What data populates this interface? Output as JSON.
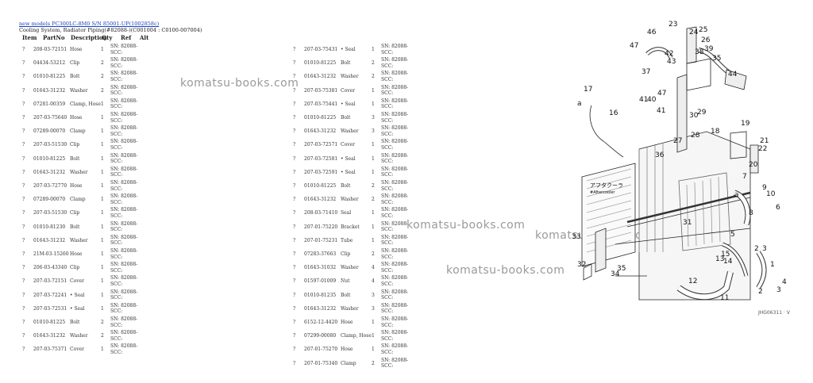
{
  "header": {
    "link": "new models PC300LC-8M0 S/N 85001-UP(1002858c)",
    "subtitle": "Cooling System, Radiator Piping(#82088-)(C001004 : C0100-007004)"
  },
  "columns": [
    "Item",
    "PartNo",
    "Description",
    "Qty",
    "Ref",
    "Alt"
  ],
  "left_rows": [
    {
      "item": "?",
      "part": "208-03-72151",
      "desc": "Hose",
      "qty": "1",
      "sn": "SN: 82088-SCC:"
    },
    {
      "item": "?",
      "part": "04434-53212",
      "desc": "Clip",
      "qty": "2",
      "sn": "SN: 82088-SCC:"
    },
    {
      "item": "?",
      "part": "01010-81225",
      "desc": "Bolt",
      "qty": "2",
      "sn": "SN: 82088-SCC:"
    },
    {
      "item": "?",
      "part": "01643-31232",
      "desc": "Washer",
      "qty": "2",
      "sn": "SN: 82088-SCC:"
    },
    {
      "item": "?",
      "part": "07281-00359",
      "desc": "Clamp, Hose",
      "qty": "1",
      "sn": "SN: 82088-SCC:"
    },
    {
      "item": "?",
      "part": "207-03-75640",
      "desc": "Hose",
      "qty": "1",
      "sn": "SN: 82088-SCC:"
    },
    {
      "item": "?",
      "part": "07289-00070",
      "desc": "Clamp",
      "qty": "1",
      "sn": "SN: 82088-SCC:"
    },
    {
      "item": "?",
      "part": "207-03-51530",
      "desc": "Clip",
      "qty": "1",
      "sn": "SN: 82088-SCC:"
    },
    {
      "item": "?",
      "part": "01010-81225",
      "desc": "Bolt",
      "qty": "1",
      "sn": "SN: 82088-SCC:"
    },
    {
      "item": "?",
      "part": "01643-31232",
      "desc": "Washer",
      "qty": "1",
      "sn": "SN: 82088-SCC:"
    },
    {
      "item": "?",
      "part": "207-03-72770",
      "desc": "Hose",
      "qty": "1",
      "sn": "SN: 82088-SCC:"
    },
    {
      "item": "?",
      "part": "07289-00070",
      "desc": "Clamp",
      "qty": "1",
      "sn": "SN: 82088-SCC:"
    },
    {
      "item": "?",
      "part": "207-03-51530",
      "desc": "Clip",
      "qty": "1",
      "sn": "SN: 82088-SCC:"
    },
    {
      "item": "?",
      "part": "01010-81230",
      "desc": "Bolt",
      "qty": "1",
      "sn": "SN: 82088-SCC:"
    },
    {
      "item": "?",
      "part": "01643-31232",
      "desc": "Washer",
      "qty": "1",
      "sn": "SN: 82088-SCC:"
    },
    {
      "item": "?",
      "part": "21M-03-15260",
      "desc": "Hose",
      "qty": "1",
      "sn": "SN: 82088-SCC:"
    },
    {
      "item": "?",
      "part": "206-03-43340",
      "desc": "Clip",
      "qty": "1",
      "sn": "SN: 82088-SCC:"
    },
    {
      "item": "?",
      "part": "207-03-72151",
      "desc": "Cover",
      "qty": "1",
      "sn": "SN: 82088-SCC:"
    },
    {
      "item": "?",
      "part": "207-03-72241",
      "desc": "• Seal",
      "qty": "1",
      "sn": "SN: 82088-SCC:"
    },
    {
      "item": "?",
      "part": "207-03-72531",
      "desc": "• Seal",
      "qty": "1",
      "sn": "SN: 82088-SCC:"
    },
    {
      "item": "?",
      "part": "01010-81225",
      "desc": "Bolt",
      "qty": "2",
      "sn": "SN: 82088-SCC:"
    },
    {
      "item": "?",
      "part": "01643-31232",
      "desc": "Washer",
      "qty": "2",
      "sn": "SN: 82088-SCC:"
    },
    {
      "item": "?",
      "part": "207-03-75371",
      "desc": "Cover",
      "qty": "1",
      "sn": "SN: 82088-SCC:"
    }
  ],
  "right_rows": [
    {
      "item": "?",
      "part": "207-03-75431",
      "desc": "• Seal",
      "qty": "1",
      "sn": "SN: 82088-SCC:"
    },
    {
      "item": "?",
      "part": "01010-81225",
      "desc": "Bolt",
      "qty": "2",
      "sn": "SN: 82088-SCC:"
    },
    {
      "item": "?",
      "part": "01643-31232",
      "desc": "Washer",
      "qty": "2",
      "sn": "SN: 82088-SCC:"
    },
    {
      "item": "?",
      "part": "207-03-75381",
      "desc": "Cover",
      "qty": "1",
      "sn": "SN: 82088-SCC:"
    },
    {
      "item": "?",
      "part": "207-03-75441",
      "desc": "• Seal",
      "qty": "1",
      "sn": "SN: 82088-SCC:"
    },
    {
      "item": "?",
      "part": "01010-81225",
      "desc": "Bolt",
      "qty": "3",
      "sn": "SN: 82088-SCC:"
    },
    {
      "item": "?",
      "part": "01643-31232",
      "desc": "Washer",
      "qty": "3",
      "sn": "SN: 82088-SCC:"
    },
    {
      "item": "?",
      "part": "207-03-72571",
      "desc": "Cover",
      "qty": "1",
      "sn": "SN: 82088-SCC:"
    },
    {
      "item": "?",
      "part": "207-03-72581",
      "desc": "• Seal",
      "qty": "1",
      "sn": "SN: 82088-SCC:"
    },
    {
      "item": "?",
      "part": "207-03-72591",
      "desc": "• Seal",
      "qty": "1",
      "sn": "SN: 82088-SCC:"
    },
    {
      "item": "?",
      "part": "01010-81225",
      "desc": "Bolt",
      "qty": "2",
      "sn": "SN: 82088-SCC:"
    },
    {
      "item": "?",
      "part": "01643-31232",
      "desc": "Washer",
      "qty": "2",
      "sn": "SN: 82088-SCC:"
    },
    {
      "item": "?",
      "part": "208-03-71410",
      "desc": "Seal",
      "qty": "1",
      "sn": "SN: 82088-SCC:"
    },
    {
      "item": "?",
      "part": "207-01-75220",
      "desc": "Bracket",
      "qty": "1",
      "sn": "SN: 82088-SCC:"
    },
    {
      "item": "?",
      "part": "207-01-75231",
      "desc": "Tube",
      "qty": "1",
      "sn": "SN: 82088-SCC:"
    },
    {
      "item": "?",
      "part": "07283-37663",
      "desc": "Clip",
      "qty": "2",
      "sn": "SN: 82088-SCC:"
    },
    {
      "item": "?",
      "part": "01643-31032",
      "desc": "Washer",
      "qty": "4",
      "sn": "SN: 82088-SCC:"
    },
    {
      "item": "?",
      "part": "01597-01009",
      "desc": "Nut",
      "qty": "4",
      "sn": "SN: 82088-SCC:"
    },
    {
      "item": "?",
      "part": "01010-81235",
      "desc": "Bolt",
      "qty": "3",
      "sn": "SN: 82088-SCC:"
    },
    {
      "item": "?",
      "part": "01643-31232",
      "desc": "Washer",
      "qty": "3",
      "sn": "SN: 82088-SCC:"
    },
    {
      "item": "?",
      "part": "6152-12-4420",
      "desc": "Hose",
      "qty": "1",
      "sn": "SN: 82088-SCC:"
    },
    {
      "item": "?",
      "part": "07299-00080",
      "desc": "Clamp, Hose",
      "qty": "1",
      "sn": "SN: 82088-SCC:"
    },
    {
      "item": "?",
      "part": "207-01-75270",
      "desc": "Hose",
      "qty": "1",
      "sn": "SN: 82088-SCC:"
    },
    {
      "item": "?",
      "part": "207-01-75340",
      "desc": "Clamp",
      "qty": "2",
      "sn": "SN: 82088-SCC:"
    }
  ],
  "watermark": "komatsu-books.com",
  "diagram": {
    "code": "JHG06311 · V",
    "katakana": "アフタクーラ",
    "katakana_en": "#Aftercooler",
    "callouts": [
      {
        "t": "23"
      },
      {
        "t": "24"
      },
      {
        "t": "25"
      },
      {
        "t": "26"
      },
      {
        "t": "39"
      },
      {
        "t": "46"
      },
      {
        "t": "47"
      },
      {
        "t": "42"
      },
      {
        "t": "43"
      },
      {
        "t": "38"
      },
      {
        "t": "35"
      },
      {
        "t": "44"
      },
      {
        "t": "37"
      },
      {
        "t": "17"
      },
      {
        "t": "a"
      },
      {
        "t": "16"
      },
      {
        "t": "41"
      },
      {
        "t": "40"
      },
      {
        "t": "47"
      },
      {
        "t": "29"
      },
      {
        "t": "30"
      },
      {
        "t": "41"
      },
      {
        "t": "28"
      },
      {
        "t": "27"
      },
      {
        "t": "19"
      },
      {
        "t": "18"
      },
      {
        "t": "22"
      },
      {
        "t": "21"
      },
      {
        "t": "20"
      },
      {
        "t": "36"
      },
      {
        "t": "7"
      },
      {
        "t": "9"
      },
      {
        "t": "10"
      },
      {
        "t": "a"
      },
      {
        "t": "6"
      },
      {
        "t": "8"
      },
      {
        "t": "31"
      },
      {
        "t": "33"
      },
      {
        "t": "5"
      },
      {
        "t": "2"
      },
      {
        "t": "3"
      },
      {
        "t": "1"
      },
      {
        "t": "15"
      },
      {
        "t": "13"
      },
      {
        "t": "14"
      },
      {
        "t": "32"
      },
      {
        "t": "34"
      },
      {
        "t": "35"
      },
      {
        "t": "12"
      },
      {
        "t": "11"
      },
      {
        "t": "2"
      },
      {
        "t": "4"
      },
      {
        "t": "3"
      }
    ]
  }
}
